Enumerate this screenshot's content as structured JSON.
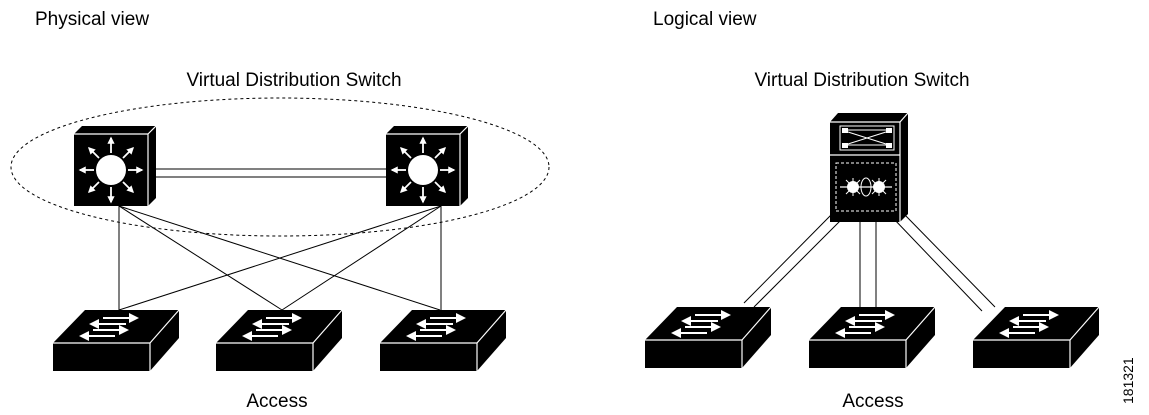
{
  "physical_view": {
    "heading": "Physical view",
    "group_label": "Virtual Distribution Switch",
    "access_label": "Access"
  },
  "logical_view": {
    "heading": "Logical view",
    "group_label": "Virtual Distribution Switch",
    "access_label": "Access"
  },
  "figure_id": "181321",
  "colors": {
    "line": "#000000",
    "device": "#000000",
    "background": "#ffffff"
  }
}
